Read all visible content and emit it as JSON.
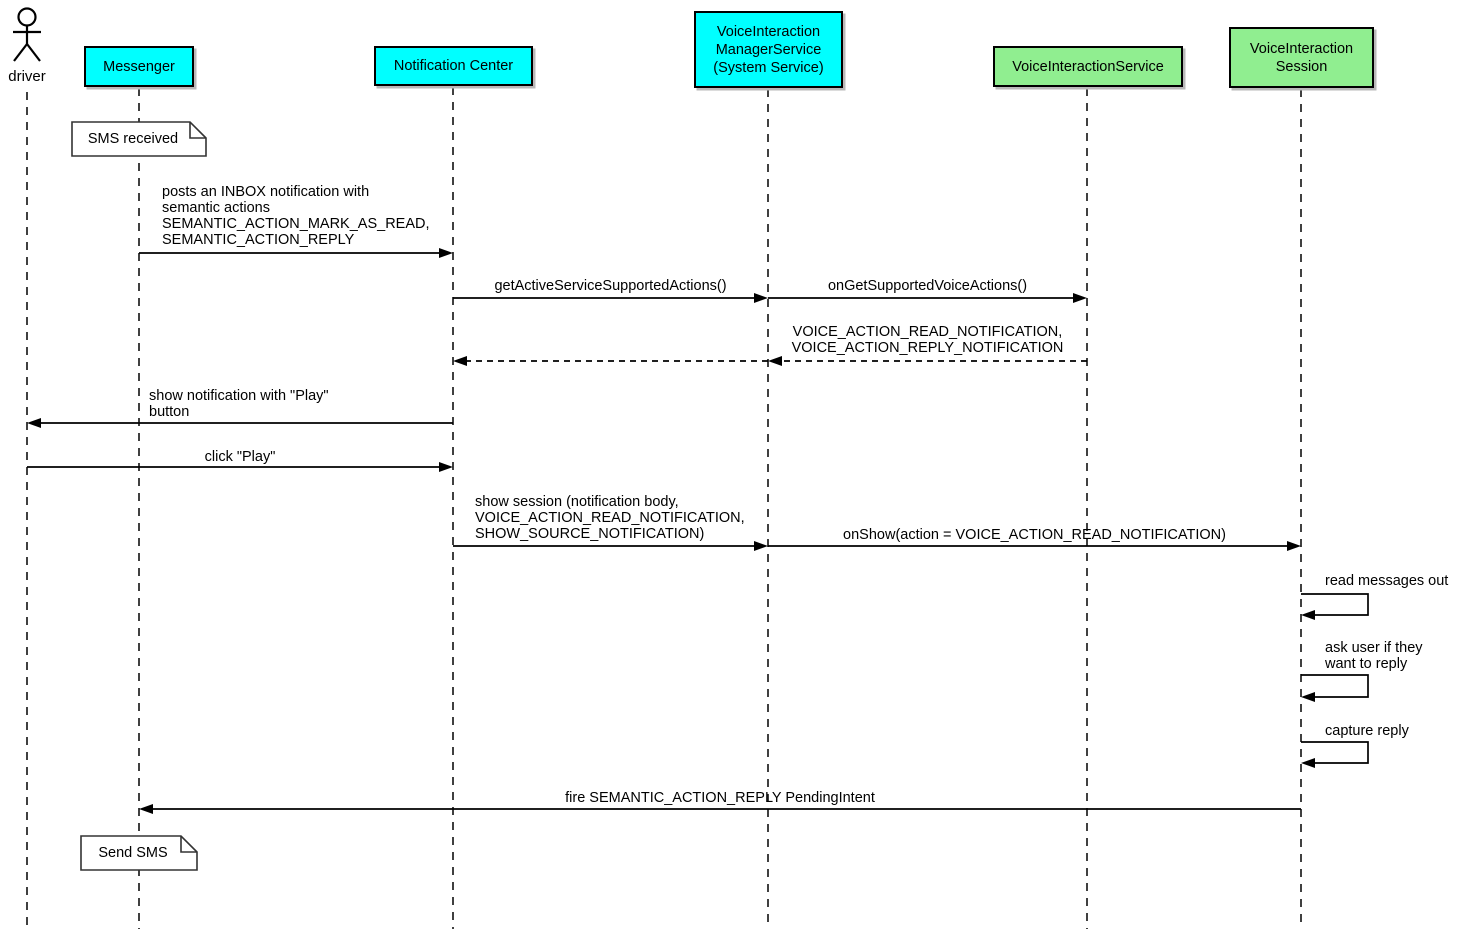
{
  "colors": {
    "participant_cyan": "#00ffff",
    "participant_green": "#90ee90",
    "line": "#000000",
    "note_bg": "#ffffff"
  },
  "actor": {
    "label": "driver"
  },
  "participants": [
    {
      "label": "Messenger",
      "color": "#00ffff"
    },
    {
      "label": "Notification Center",
      "color": "#00ffff"
    },
    {
      "label": "VoiceInteraction\nManagerService\n(System Service)",
      "color": "#00ffff"
    },
    {
      "label": "VoiceInteractionService",
      "color": "#90ee90"
    },
    {
      "label": "VoiceInteraction\nSession",
      "color": "#90ee90"
    }
  ],
  "notes": [
    {
      "text": "SMS received",
      "attached_to": "Messenger"
    },
    {
      "text": "Send SMS",
      "attached_to": "Messenger"
    }
  ],
  "messages": [
    {
      "from": "Messenger",
      "to": "Notification Center",
      "style": "solid",
      "label": "posts an INBOX notification with\nsemantic actions\nSEMANTIC_ACTION_MARK_AS_READ,\nSEMANTIC_ACTION_REPLY"
    },
    {
      "from": "Notification Center",
      "to": "VoiceInteractionManagerService",
      "style": "solid",
      "label": "getActiveServiceSupportedActions()"
    },
    {
      "from": "VoiceInteractionManagerService",
      "to": "VoiceInteractionService",
      "style": "solid",
      "label": "onGetSupportedVoiceActions()"
    },
    {
      "from": "VoiceInteractionService",
      "to": "Notification Center",
      "style": "dashed-return",
      "label": "VOICE_ACTION_READ_NOTIFICATION,\nVOICE_ACTION_REPLY_NOTIFICATION"
    },
    {
      "from": "Notification Center",
      "to": "driver",
      "style": "solid",
      "label": "show notification with \"Play\"\nbutton"
    },
    {
      "from": "driver",
      "to": "Notification Center",
      "style": "solid",
      "label": "click \"Play\""
    },
    {
      "from": "Notification Center",
      "to": "VoiceInteractionManagerService",
      "style": "solid",
      "label": "show session (notification body,\nVOICE_ACTION_READ_NOTIFICATION,\nSHOW_SOURCE_NOTIFICATION)"
    },
    {
      "from": "VoiceInteractionManagerService",
      "to": "VoiceInteractionSession",
      "style": "solid",
      "label": "onShow(action = VOICE_ACTION_READ_NOTIFICATION)"
    },
    {
      "from": "VoiceInteractionSession",
      "to": "VoiceInteractionSession",
      "style": "self",
      "label": "read messages out"
    },
    {
      "from": "VoiceInteractionSession",
      "to": "VoiceInteractionSession",
      "style": "self",
      "label": "ask user if they\nwant to reply"
    },
    {
      "from": "VoiceInteractionSession",
      "to": "VoiceInteractionSession",
      "style": "self",
      "label": "capture reply"
    },
    {
      "from": "VoiceInteractionSession",
      "to": "Messenger",
      "style": "solid",
      "label": "fire SEMANTIC_ACTION_REPLY PendingIntent"
    }
  ]
}
